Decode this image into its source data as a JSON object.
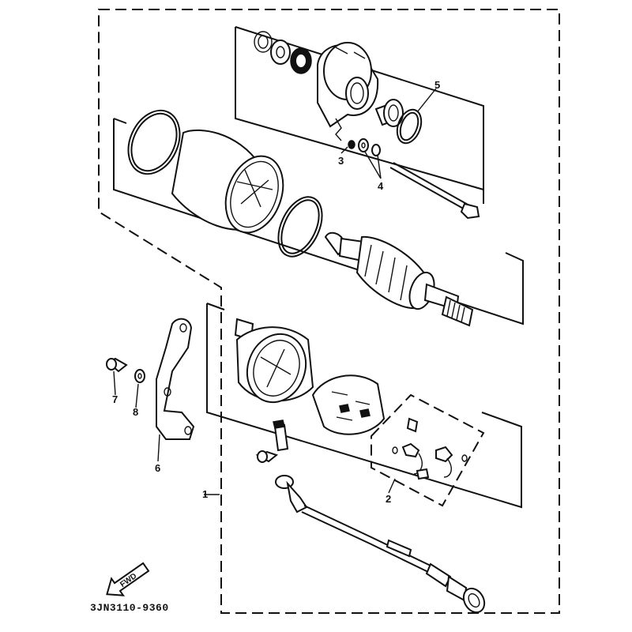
{
  "diagram": {
    "part_code": "3JN3110-9360",
    "fwd_label": "FWD",
    "callouts": {
      "c1": "1",
      "c2": "2",
      "c3": "3",
      "c4": "4",
      "c5": "5",
      "c6": "6",
      "c7": "7",
      "c8": "8"
    }
  }
}
